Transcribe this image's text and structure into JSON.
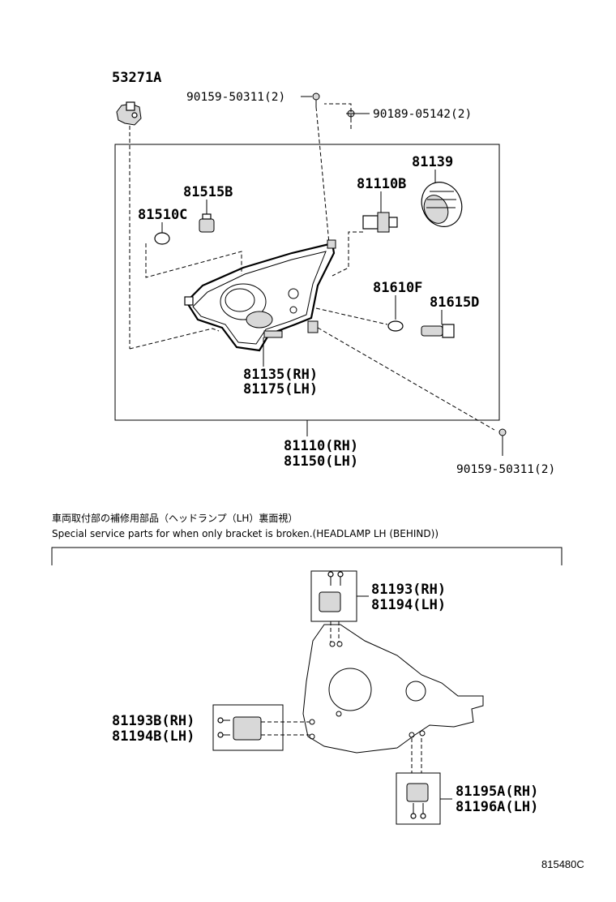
{
  "labels": {
    "p53271A": "53271A",
    "p90159_top": "90159-50311(2)",
    "p90189": "90189-05142(2)",
    "p81139": "81139",
    "p81110B": "81110B",
    "p81515B": "81515B",
    "p81510C": "81510C",
    "p81610F": "81610F",
    "p81615D": "81615D",
    "p81135": "81135(RH)",
    "p81175": "81175(LH)",
    "p81110": "81110(RH)",
    "p81150": "81150(LH)",
    "p90159_bottom": "90159-50311(2)",
    "p81193": "81193(RH)",
    "p81194": "81194(LH)",
    "p81193B": "81193B(RH)",
    "p81194B": "81194B(LH)",
    "p81195A": "81195A(RH)",
    "p81196A": "81196A(LH)"
  },
  "notes": {
    "japanese": "車両取付部の補修用部品（ヘッドランプ（LH）裏面視）",
    "english": "Special service parts for when only bracket is broken.(HEADLAMP LH (BEHIND))"
  },
  "diagram_code": "815480C"
}
